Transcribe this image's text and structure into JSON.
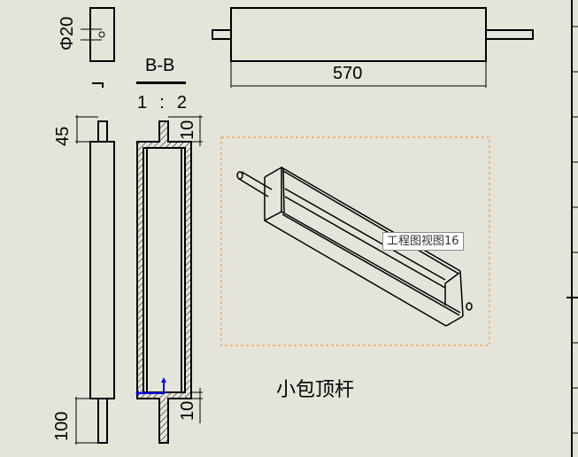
{
  "drawing": {
    "title": "小包顶杆",
    "section_label": "B-B",
    "section_scale": "1 : 2",
    "tooltip": "工程图视图16",
    "dimensions": {
      "diameter": "Φ20",
      "length": "570",
      "top_shaft": "45",
      "bottom_shaft": "100",
      "top_wall": "10",
      "bottom_wall": "10"
    }
  },
  "colors": {
    "background": "#e5e4da",
    "selection_box": "#f08a24",
    "origin": "#0000ff"
  }
}
